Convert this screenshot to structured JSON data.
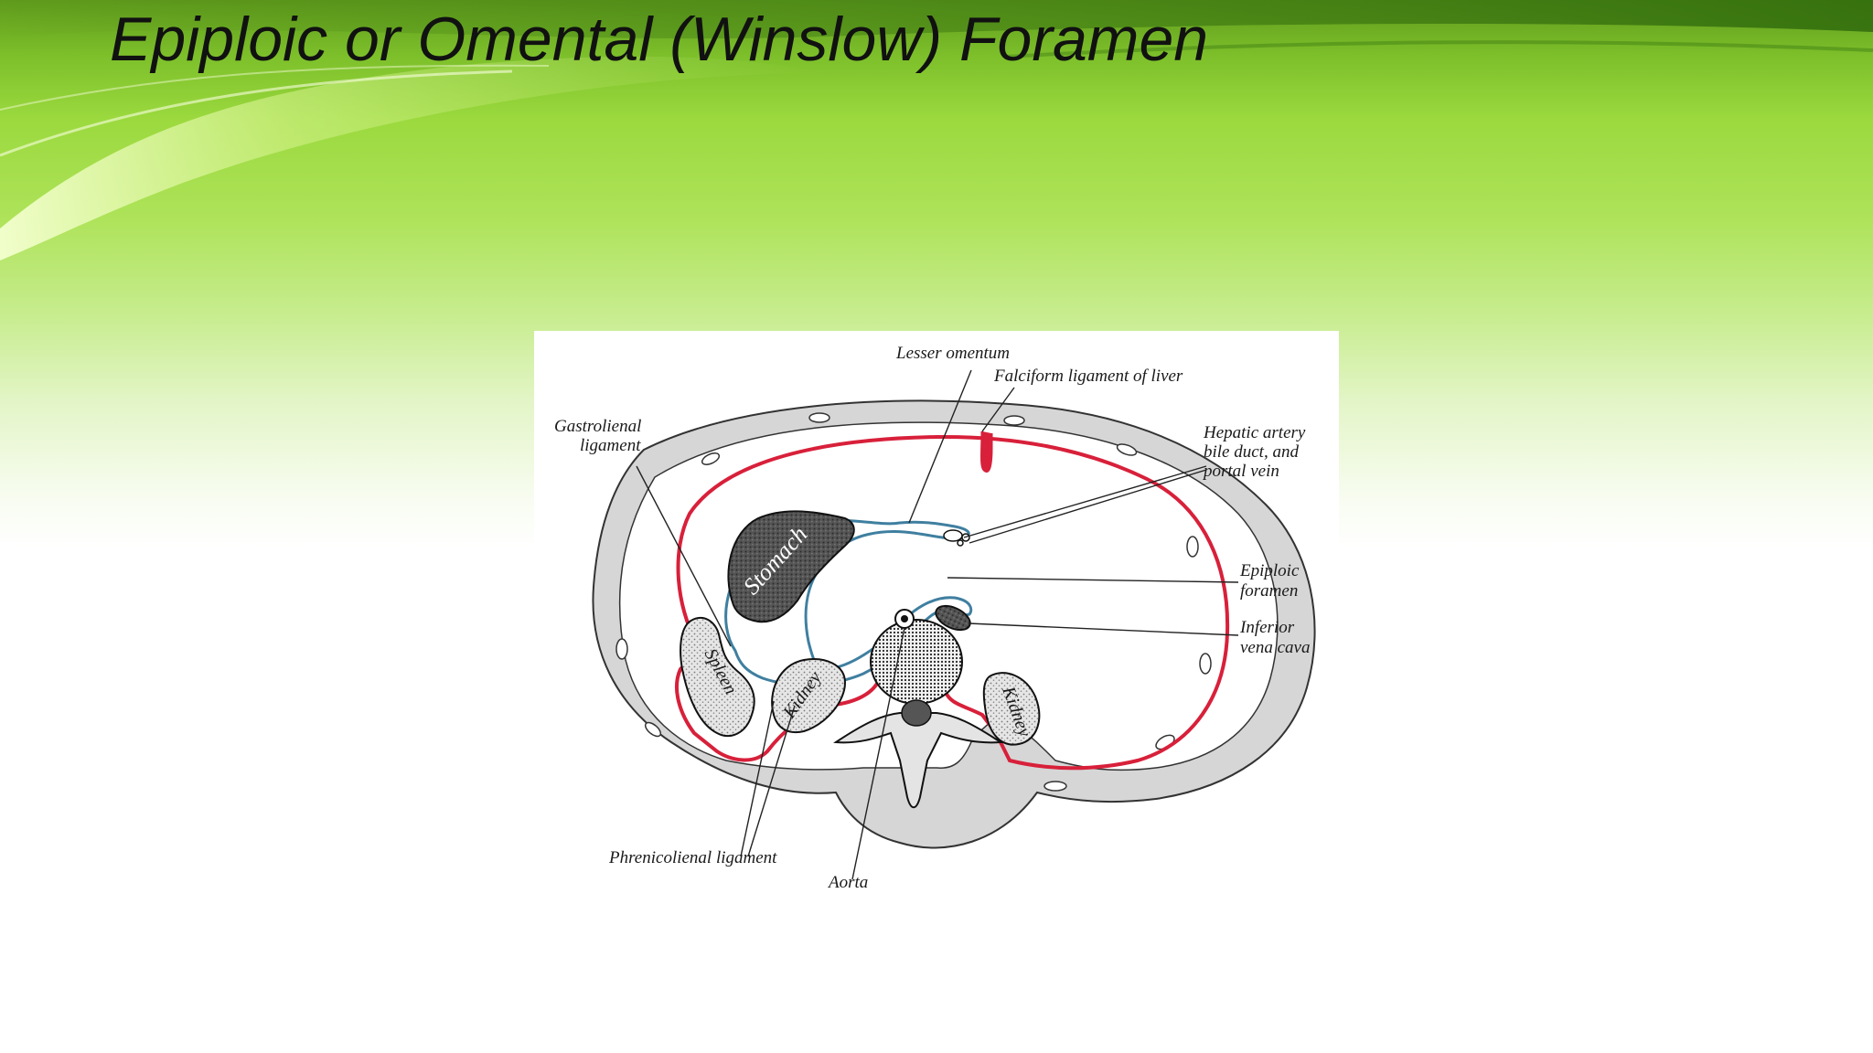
{
  "slide": {
    "title": "Epiploic or Omental (Winslow) Foramen"
  },
  "diagram": {
    "labels": {
      "lesser_omentum": "Lesser omentum",
      "falciform_ligament": "Falciform ligament of liver",
      "gastrolienal_line1": "Gastrolienal",
      "gastrolienal_line2": "ligament",
      "hepatic_line1": "Hepatic artery",
      "hepatic_line2": "bile duct, and",
      "hepatic_line3": "portal vein",
      "epiploic_line1": "Epiploic",
      "epiploic_line2": "foramen",
      "ivc_line1": "Inferior",
      "ivc_line2": "vena cava",
      "phrenicolienal": "Phrenicolienal ligament",
      "aorta": "Aorta",
      "stomach": "Stomach",
      "spleen": "Spleen",
      "kidney_left": "Kidney",
      "kidney_right": "Kidney"
    },
    "colors": {
      "greater_sac_line": "#d8203a",
      "lesser_sac_line": "#3f7fa0",
      "wall_fill": "#d9d9d9",
      "organ_dark": "#4a4a4a",
      "organ_stipple": "#bdbdbd"
    }
  }
}
